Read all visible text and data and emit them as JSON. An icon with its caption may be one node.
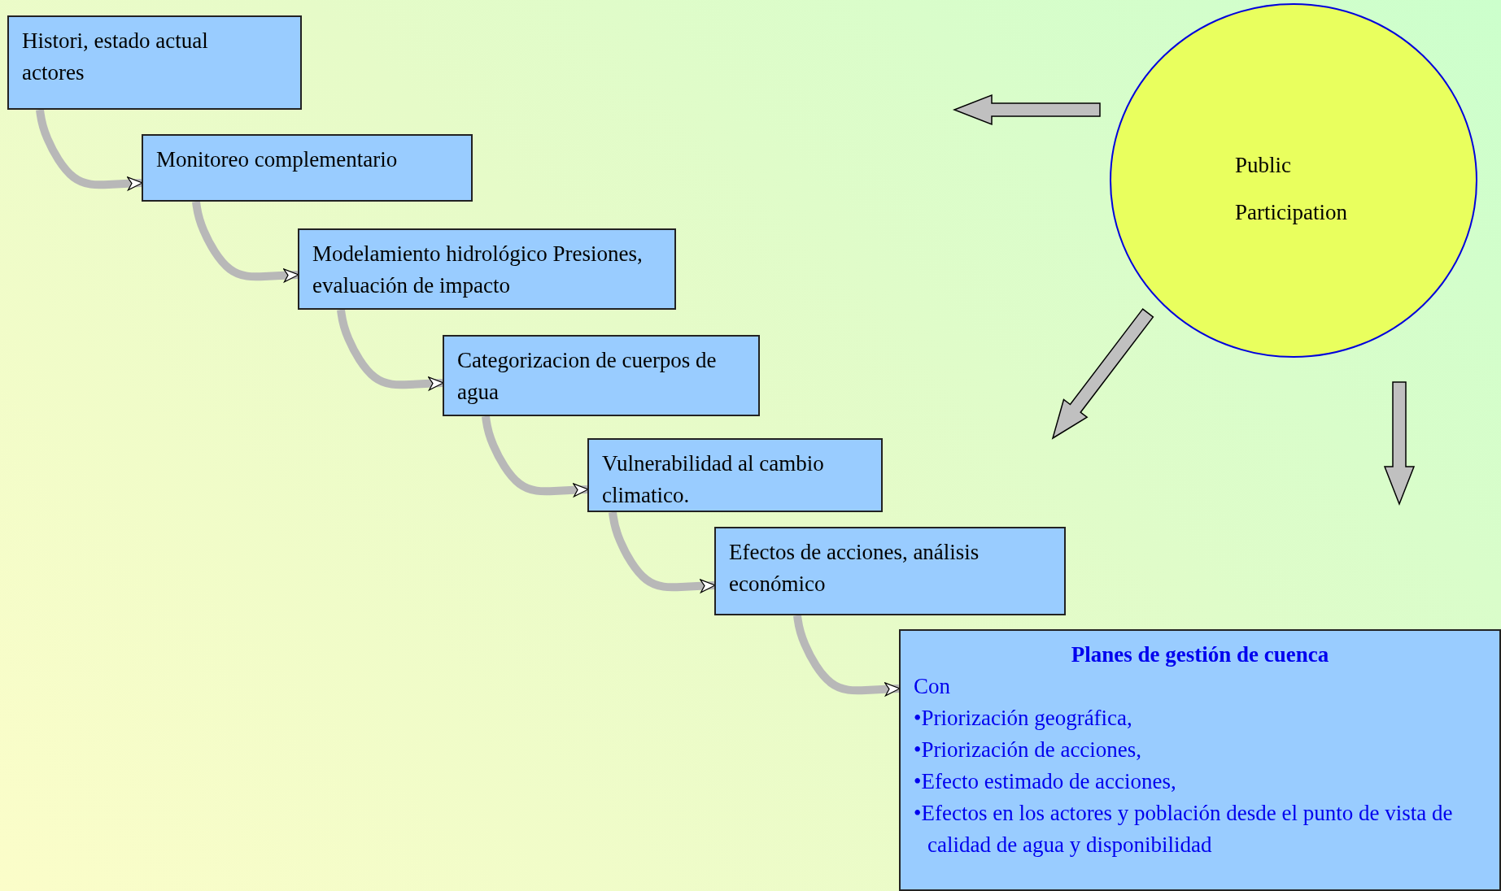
{
  "diagram": {
    "nodes": [
      {
        "text": [
          "Histori, estado actual actores"
        ]
      },
      {
        "text": [
          "Monitoreo complementario"
        ]
      },
      {
        "text": [
          "Modelamiento hidrológico Presiones, evaluación de impacto"
        ]
      },
      {
        "text": [
          "Categorizacion de cuerpos de agua"
        ]
      },
      {
        "text": [
          "Vulnerabilidad al cambio climatico."
        ]
      },
      {
        "text": [
          "Efectos de acciones, análisis económico"
        ]
      },
      {
        "text": [
          "Planes de gestión de cuenca",
          "Con",
          "•Priorización geográfica,",
          "•Priorización de acciones,",
          "•Efecto estimado de acciones,",
          "•Efectos en los actores y población desde el punto de vista de calidad de agua y disponibilidad"
        ]
      },
      {
        "text": [
          "Public Participation"
        ]
      }
    ],
    "edges": [
      {
        "from": 0,
        "to": 1,
        "arrow": "to"
      },
      {
        "from": 1,
        "to": 2,
        "arrow": "to"
      },
      {
        "from": 2,
        "to": 3,
        "arrow": "to"
      },
      {
        "from": 3,
        "to": 4,
        "arrow": "to"
      },
      {
        "from": 4,
        "to": 5,
        "arrow": "to"
      },
      {
        "from": 5,
        "to": 6,
        "arrow": "to"
      },
      {
        "from": 7,
        "to": null,
        "arrow": "to"
      },
      {
        "from": 7,
        "to": null,
        "arrow": "to"
      },
      {
        "from": 7,
        "to": null,
        "arrow": "to"
      }
    ]
  }
}
